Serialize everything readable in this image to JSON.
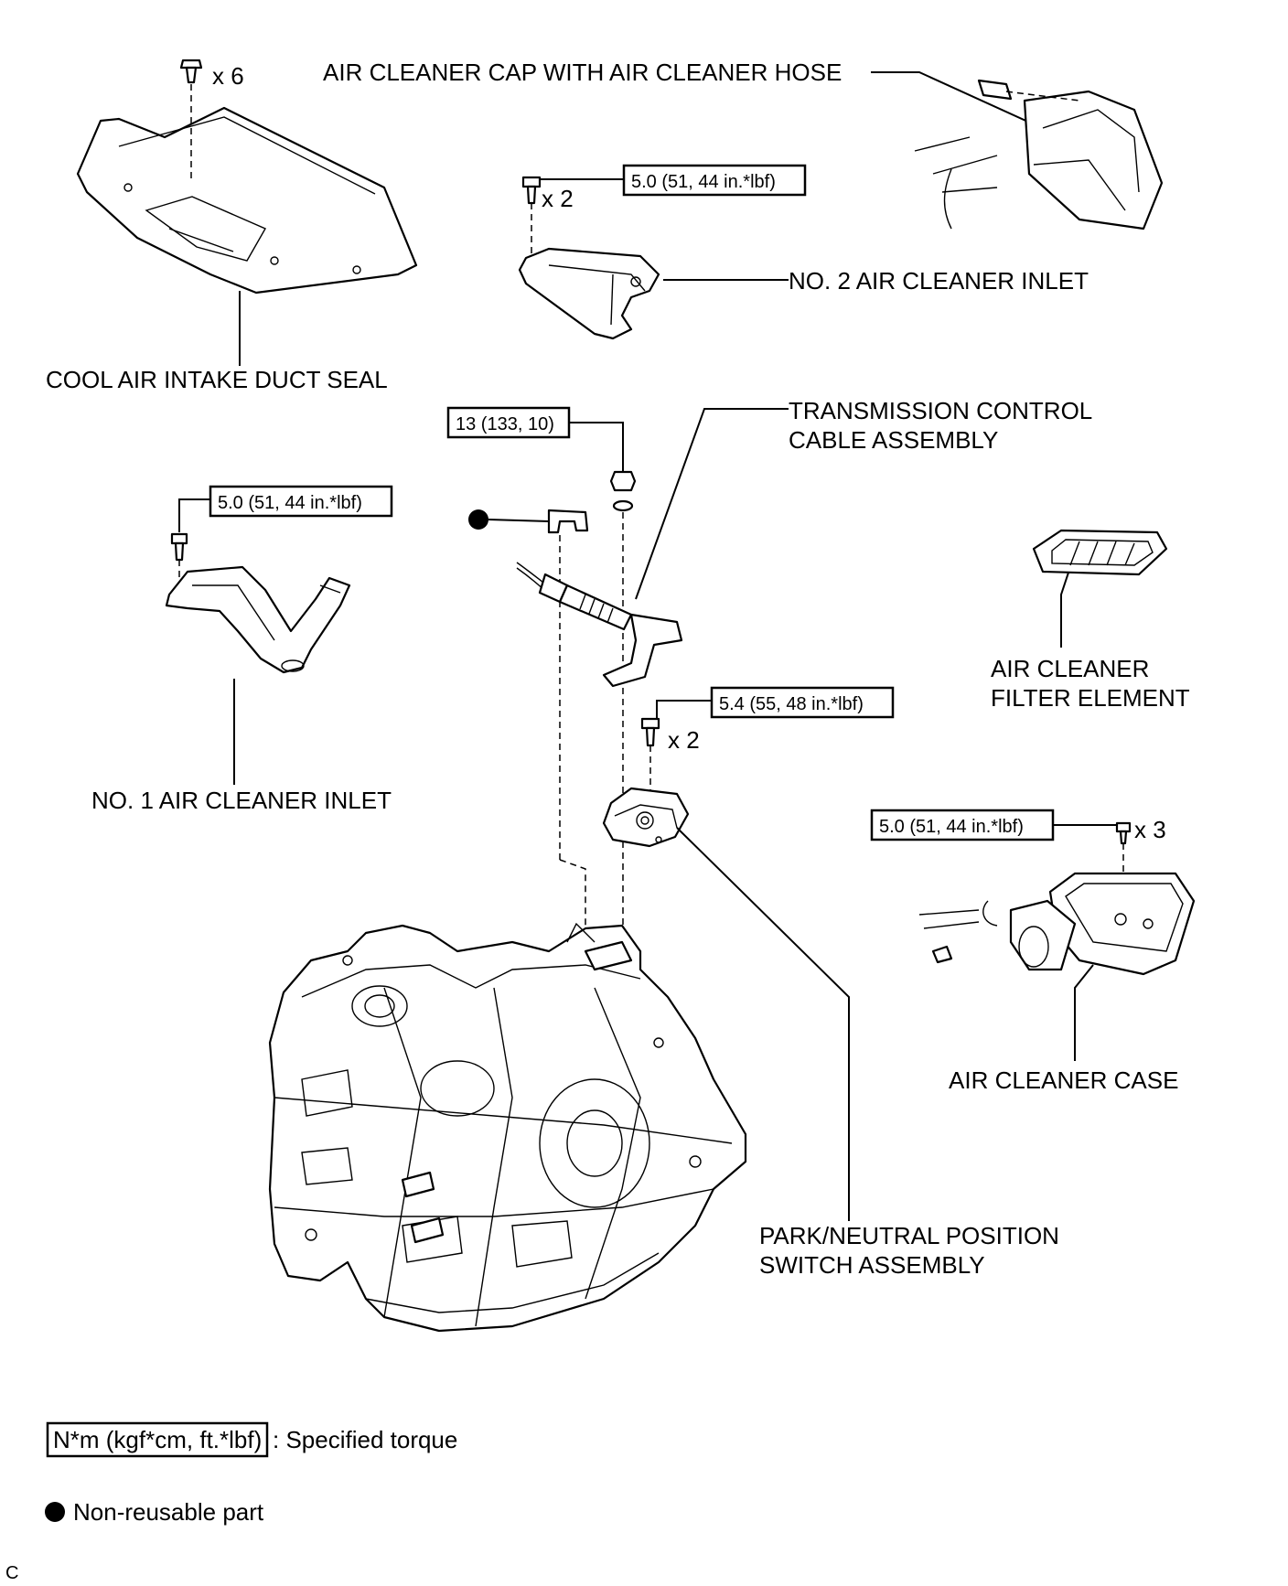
{
  "labels": {
    "air_cleaner_cap": "AIR CLEANER CAP WITH AIR CLEANER HOSE",
    "no2_inlet": "NO. 2 AIR CLEANER INLET",
    "cool_air_duct_seal": "COOL AIR INTAKE DUCT SEAL",
    "trans_cable_1": "TRANSMISSION CONTROL",
    "trans_cable_2": "CABLE ASSEMBLY",
    "filter_element_1": "AIR CLEANER",
    "filter_element_2": "FILTER ELEMENT",
    "no1_inlet": "NO. 1 AIR CLEANER INLET",
    "air_cleaner_case": "AIR CLEANER CASE",
    "pnp_switch_1": "PARK/NEUTRAL POSITION",
    "pnp_switch_2": "SWITCH ASSEMBLY"
  },
  "quantities": {
    "clip_qty": "x 6",
    "no2_bolt_qty": "x 2",
    "pnp_bolt_qty": "x 2",
    "case_bolt_qty": "x 3"
  },
  "torques": {
    "no2_inlet": "5.0 (51, 44 in.*lbf)",
    "cable_nut": "13 (133, 10)",
    "no1_inlet": "5.0 (51, 44 in.*lbf)",
    "pnp_switch": "5.4 (55, 48 in.*lbf)",
    "air_cleaner_case": "5.0 (51, 44 in.*lbf)"
  },
  "legend": {
    "torque_unit": "N*m (kgf*cm, ft.*lbf)",
    "torque_desc": ": Specified torque",
    "non_reusable": "Non-reusable part"
  },
  "corner_mark": "C"
}
